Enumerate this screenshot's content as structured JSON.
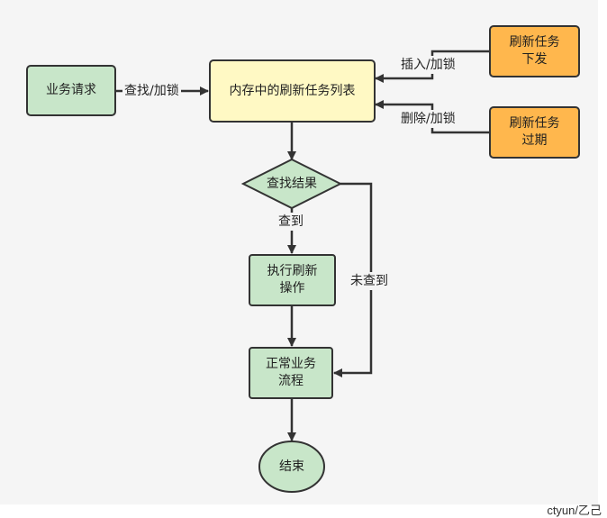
{
  "nodes": {
    "business_request": "业务请求",
    "memory_task_list": "内存中的刷新任务列表",
    "refresh_task_issue": "刷新任务\n下发",
    "refresh_task_expire": "刷新任务\n过期",
    "lookup_result": "查找结果",
    "execute_refresh": "执行刷新\n操作",
    "normal_flow": "正常业务\n流程",
    "end": "结束"
  },
  "edges": {
    "lookup_lock": "查找/加锁",
    "insert_lock": "插入/加锁",
    "delete_lock": "删除/加锁",
    "found": "查到",
    "not_found": "未查到"
  },
  "colors": {
    "green_fill": "#c8e6c9",
    "yellow_fill": "#fff9c4",
    "orange_fill": "#ffb74d",
    "stroke": "#333333",
    "background": "#f5f5f5"
  },
  "watermark": "ctyun/乙己"
}
